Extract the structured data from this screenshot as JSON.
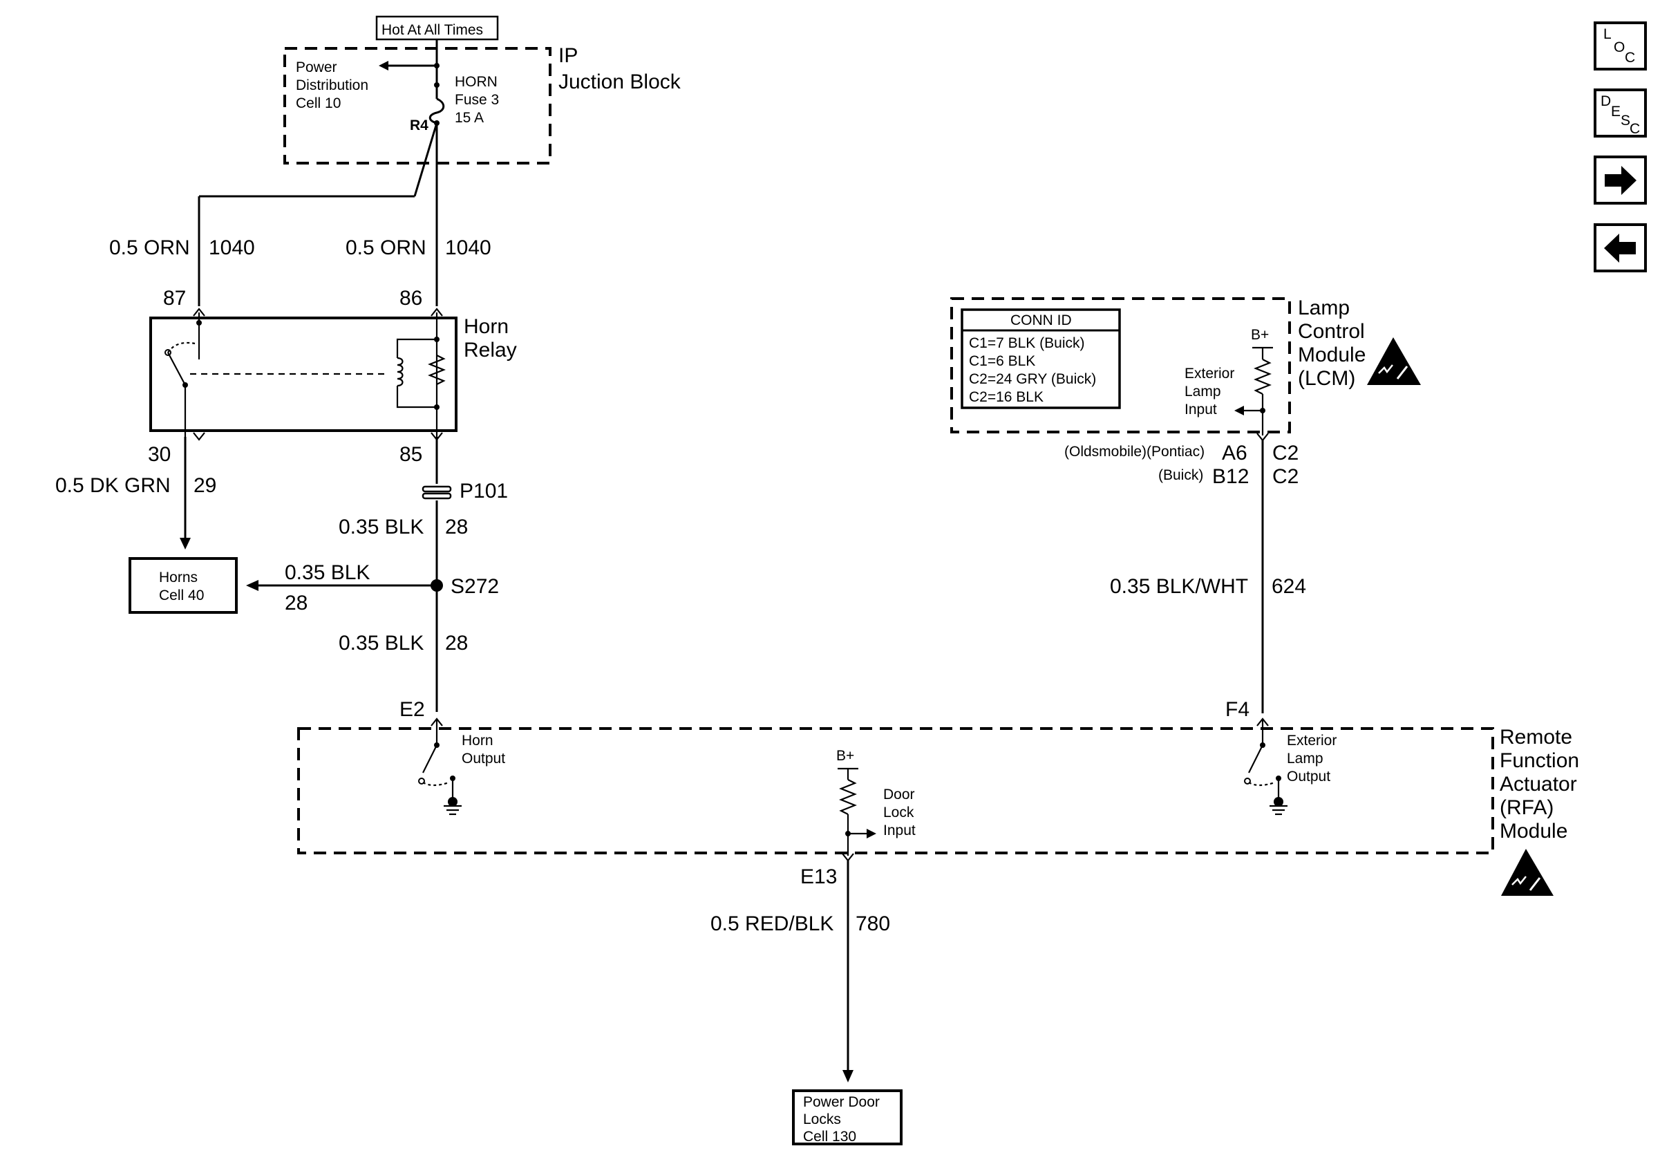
{
  "hot_label": "Hot At All Times",
  "ip_block": {
    "title_1": "IP",
    "title_2": "Juction Block",
    "pd_1": "Power",
    "pd_2": "Distribution",
    "pd_3": "Cell 10",
    "fuse_1": "HORN",
    "fuse_2": "Fuse 3",
    "fuse_3": "15 A",
    "pin": "R4"
  },
  "wires": {
    "w87_spec": "0.5 ORN",
    "w87_circuit": "1040",
    "w86_spec": "0.5 ORN",
    "w86_circuit": "1040",
    "w30_spec": "0.5 DK GRN",
    "w30_circuit": "29",
    "w85_spec": "0.35 BLK",
    "w85_circuit": "28",
    "horn_branch_spec": "0.35 BLK",
    "horn_branch_circuit": "28",
    "e2_spec": "0.35 BLK",
    "e2_circuit": "28",
    "lamp_spec": "0.35 BLK/WHT",
    "lamp_circuit": "624",
    "door_spec": "0.5 RED/BLK",
    "door_circuit": "780"
  },
  "relay": {
    "title_1": "Horn",
    "title_2": "Relay",
    "pin87": "87",
    "pin86": "86",
    "pin30": "30",
    "pin85": "85"
  },
  "connector_p101": "P101",
  "splice_s272": "S272",
  "horns_box": {
    "line1": "Horns",
    "line2": "Cell 40"
  },
  "lcm": {
    "title_1": "Lamp",
    "title_2": "Control",
    "title_3": "Module",
    "title_4": "(LCM)",
    "bplus": "B+",
    "input_1": "Exterior",
    "input_2": "Lamp",
    "input_3": "Input",
    "conn_id": {
      "header": "CONN ID",
      "rows": [
        "C1=7 BLK (Buick)",
        "C1=6 BLK",
        "C2=24 GRY (Buick)",
        "C2=16 BLK"
      ]
    },
    "pin_row1_note": "(Oldsmobile)(Pontiac)",
    "pin_row1_pin": "A6",
    "pin_row1_conn": "C2",
    "pin_row2_note": "(Buick)",
    "pin_row2_pin": "B12",
    "pin_row2_conn": "C2"
  },
  "rfa": {
    "title_1": "Remote",
    "title_2": "Function",
    "title_3": "Actuator",
    "title_4": "(RFA)",
    "title_5": "Module",
    "pin_e2": "E2",
    "pin_f4": "F4",
    "pin_e13": "E13",
    "horn_out_1": "Horn",
    "horn_out_2": "Output",
    "bplus": "B+",
    "door_1": "Door",
    "door_2": "Lock",
    "door_3": "Input",
    "ext_1": "Exterior",
    "ext_2": "Lamp",
    "ext_3": "Output"
  },
  "door_locks_box": {
    "line1": "Power Door",
    "line2": "Locks",
    "line3": "Cell 130"
  },
  "nav": {
    "loc_l": "L",
    "loc_o": "O",
    "loc_c": "C",
    "desc_d": "D",
    "desc_e": "E",
    "desc_s": "S",
    "desc_c": "C",
    "next_icon": "arrow-right-icon",
    "prev_icon": "arrow-left-icon"
  }
}
